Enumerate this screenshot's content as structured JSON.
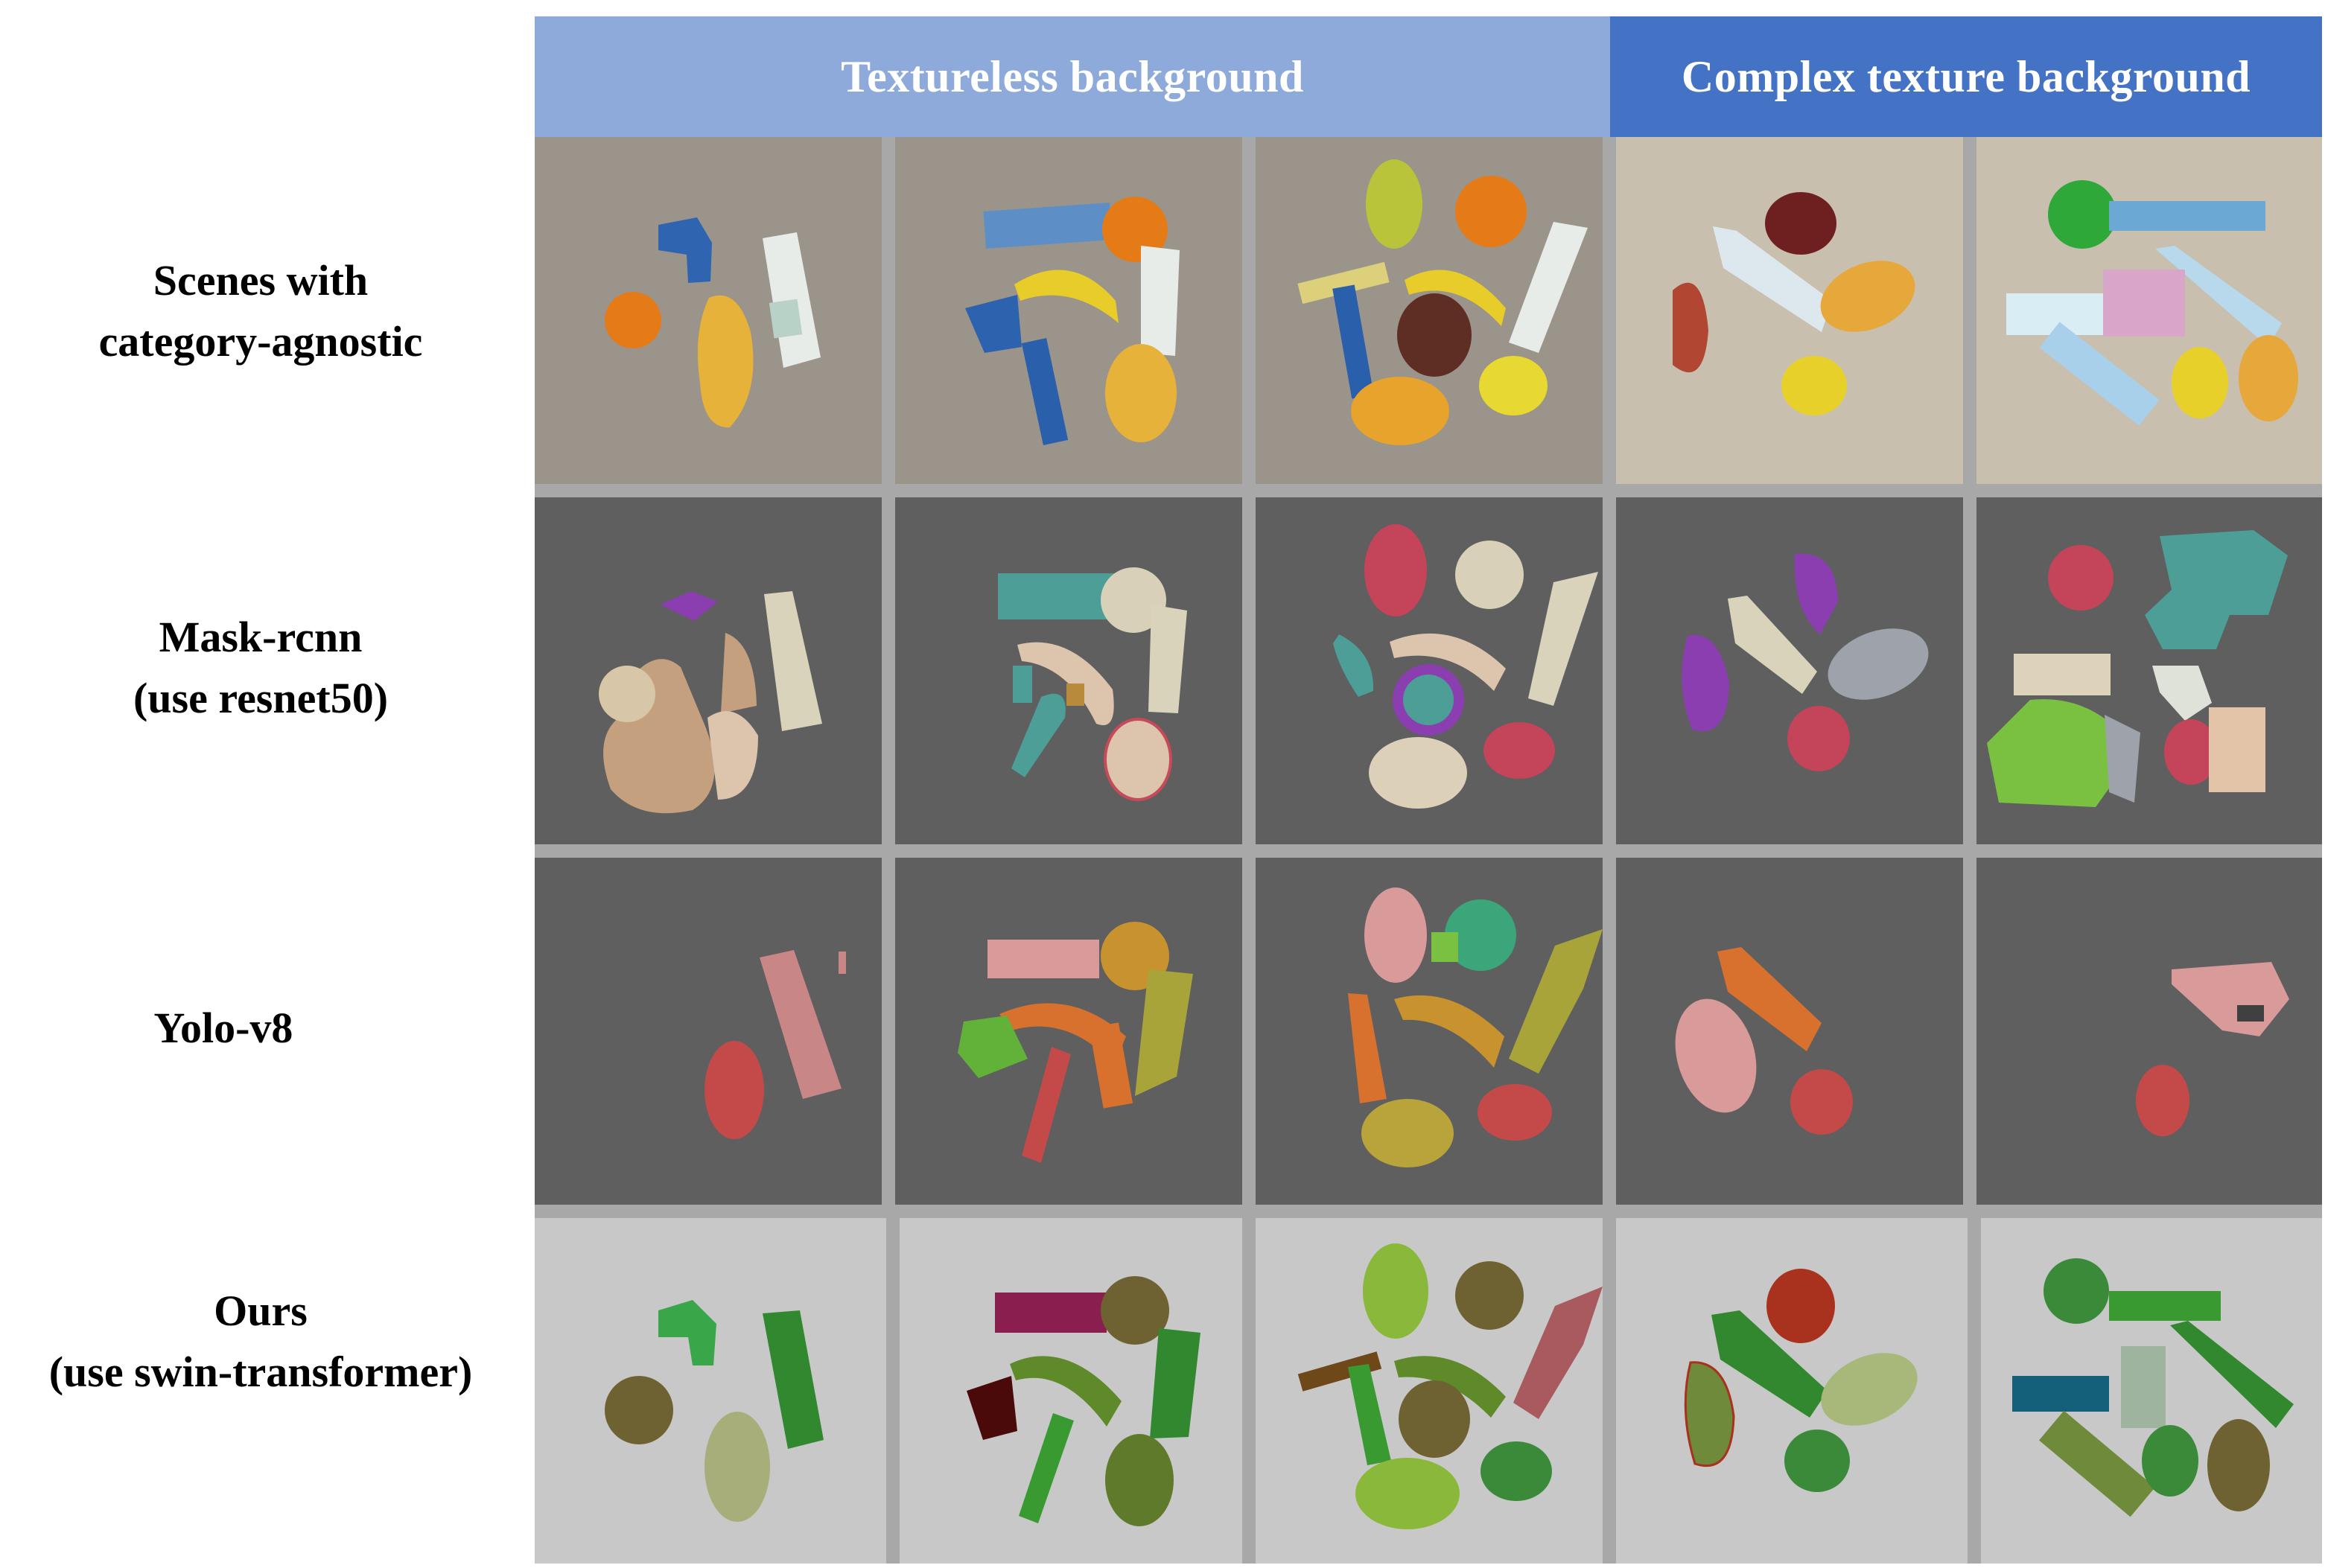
{
  "headers": {
    "textureless": "Textureless background",
    "complex": "Complex texture background"
  },
  "rows": [
    {
      "line1": "Scenes with",
      "line2": "category-agnostic"
    },
    {
      "line1": "Mask-rcnn",
      "line2": "(use resnet50)"
    },
    {
      "line1": "Yolo-v8",
      "line2": ""
    },
    {
      "line1": "Ours",
      "line2": "(use swin-transformer)"
    }
  ],
  "colors": {
    "textureless_header": "#8eaadb",
    "complex_header": "#4472c4",
    "mask_background": "#5f5f5f",
    "ours_background": "#c8c8c8",
    "table_surface": "#9d968c",
    "wood_surface": "#c9bfae"
  }
}
